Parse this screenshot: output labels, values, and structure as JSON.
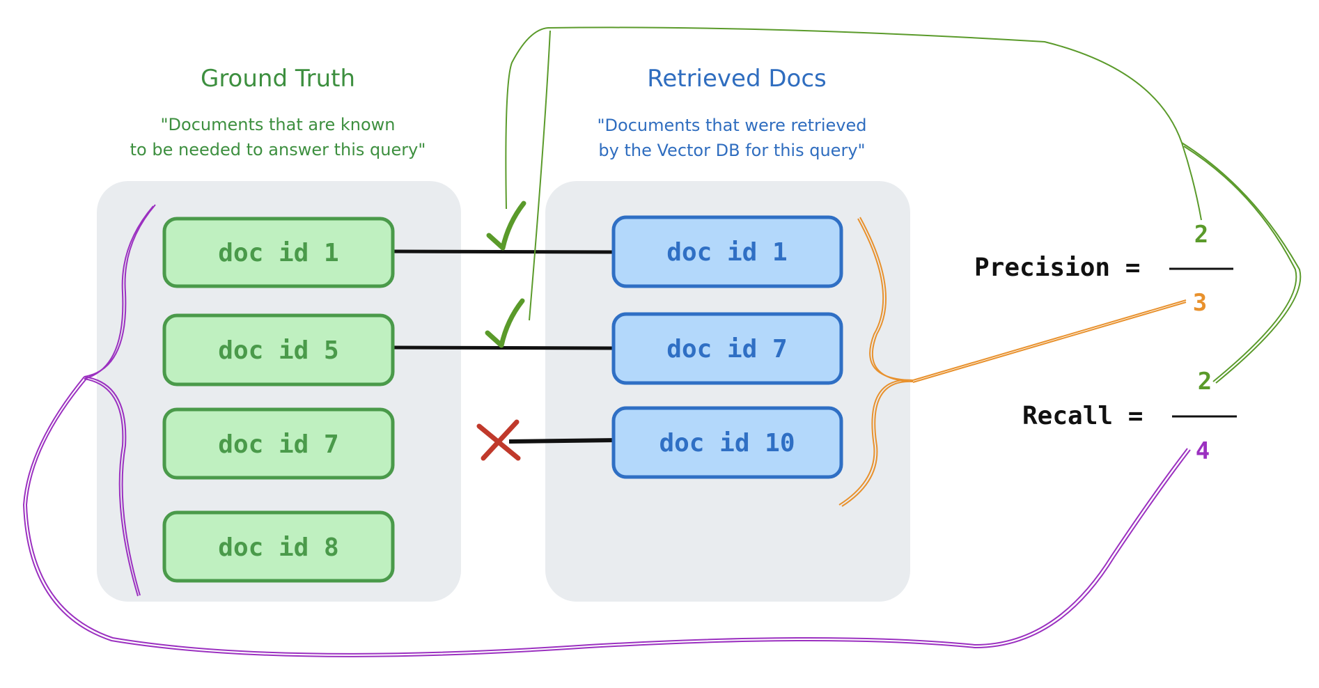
{
  "colors": {
    "ground_truth": "#3d8f3f",
    "ground_truth_fill": "#bff0c0",
    "retrieved": "#2f6dbf",
    "retrieved_fill": "#b3d8fb",
    "panel": "#e9ecef",
    "precision_denominator": "#e8912d",
    "recall_denominator": "#9b30c0",
    "numerator": "#5a9a2a",
    "mismatch": "#c0392b"
  },
  "ground_truth": {
    "title": "Ground Truth",
    "subtitle_line1": "\"Documents that are known",
    "subtitle_line2": "to be needed to answer this query\"",
    "docs": [
      "doc id 1",
      "doc id 5",
      "doc id 7",
      "doc id 8"
    ]
  },
  "retrieved": {
    "title": "Retrieved Docs",
    "subtitle_line1": "\"Documents that were retrieved",
    "subtitle_line2": "by the Vector DB for this query\"",
    "docs": [
      "doc id 1",
      "doc id 7",
      "doc id 10"
    ]
  },
  "matches": [
    {
      "icon": "check-icon"
    },
    {
      "icon": "check-icon"
    },
    {
      "icon": "x-mark-icon"
    }
  ],
  "precision": {
    "label": "Precision =",
    "numerator": "2",
    "denominator": "3"
  },
  "recall": {
    "label": "Recall =",
    "numerator": "2",
    "denominator": "4"
  }
}
